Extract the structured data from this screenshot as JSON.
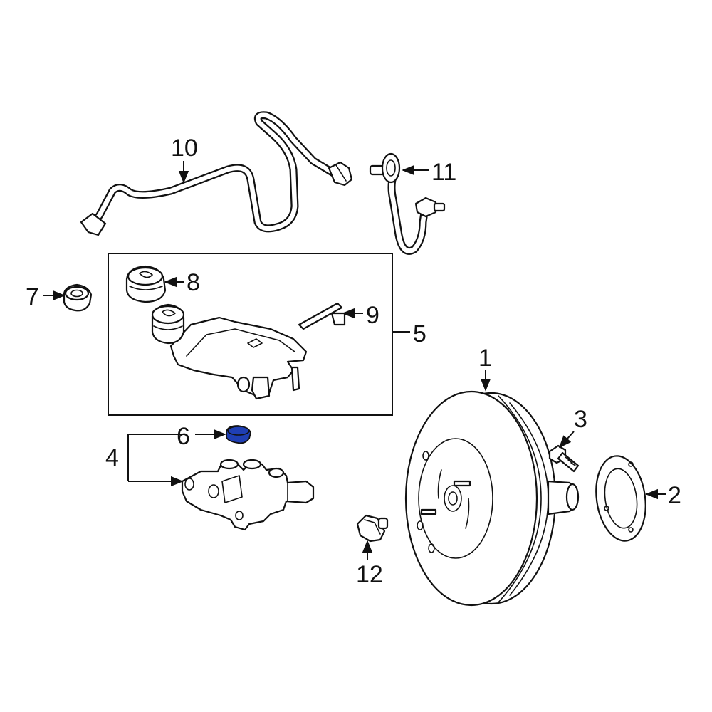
{
  "callouts": {
    "c1": "1",
    "c2": "2",
    "c3": "3",
    "c4": "4",
    "c5": "5",
    "c6": "6",
    "c7": "7",
    "c8": "8",
    "c9": "9",
    "c10": "10",
    "c11": "11",
    "c12": "12"
  },
  "colors": {
    "highlight_part": "#1f3fb4",
    "line": "#111111",
    "background": "#ffffff"
  }
}
